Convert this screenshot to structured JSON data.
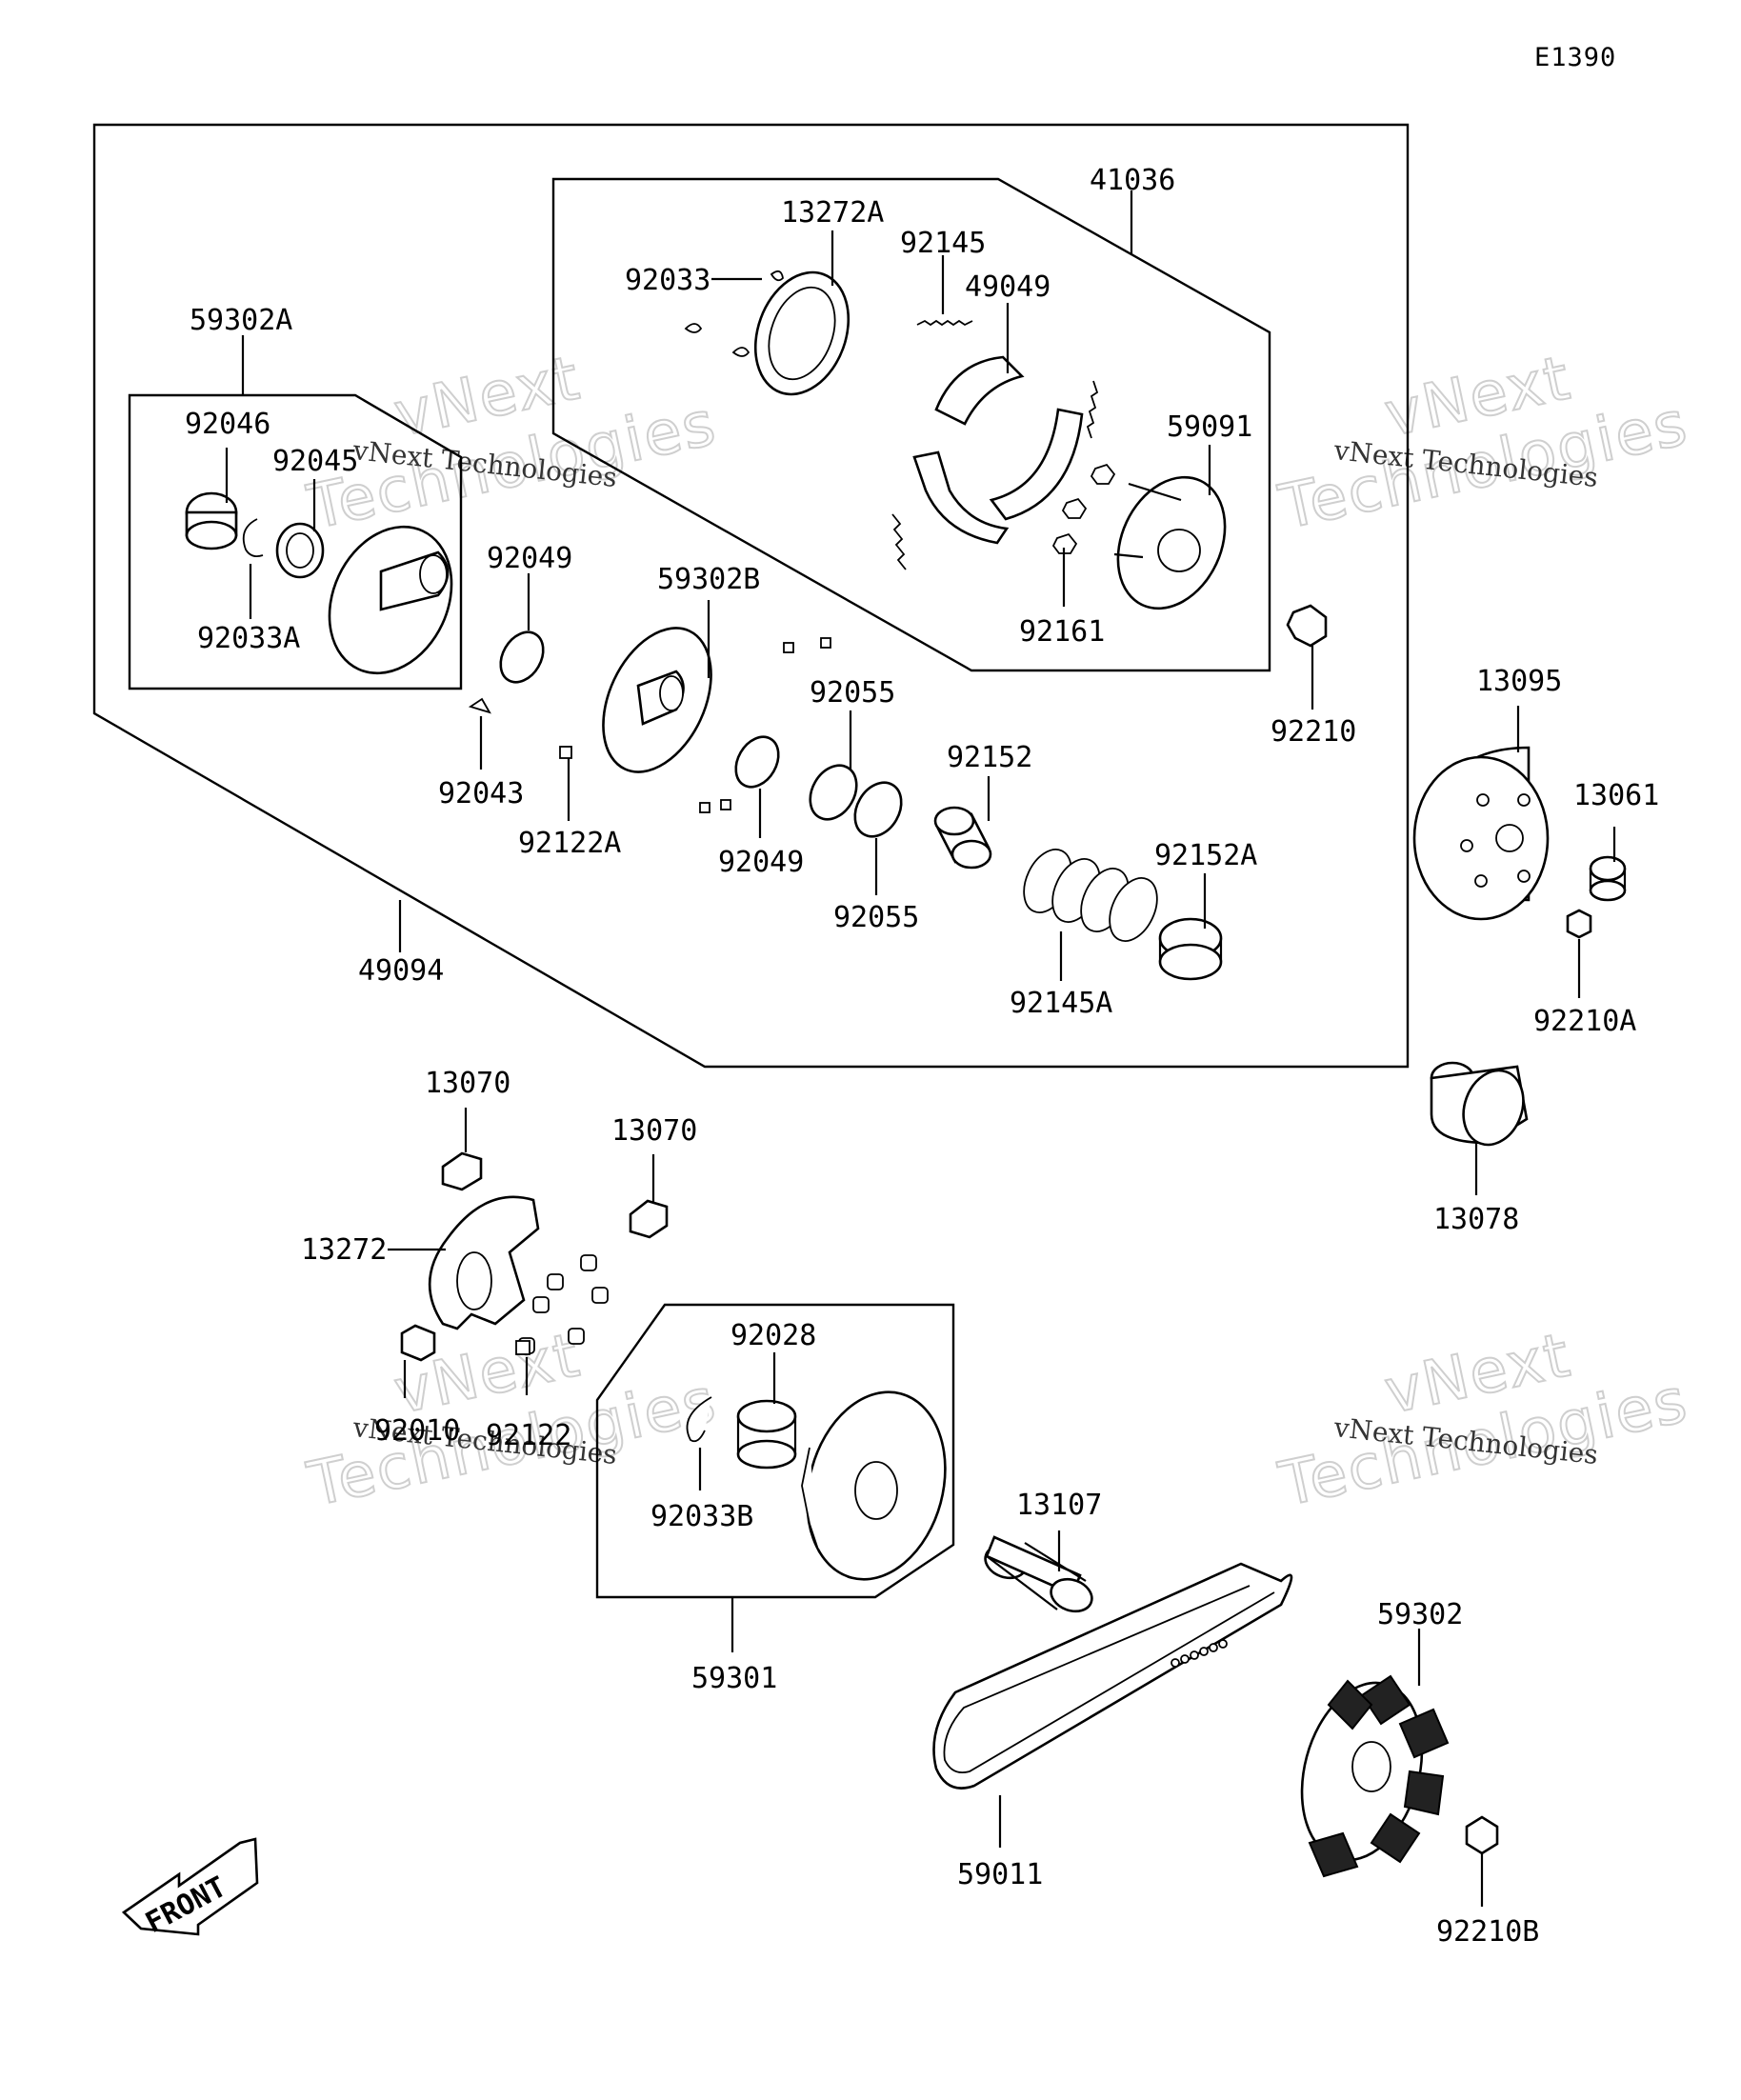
{
  "diagram_code": "E1390",
  "watermark": {
    "line1": "vNext",
    "line2": "Technologies",
    "small": "vNext Technologies"
  },
  "front_label": "FRONT",
  "part_numbers": {
    "p41036": "41036",
    "p13272A": "13272A",
    "p92145": "92145",
    "p92033": "92033",
    "p49049": "49049",
    "p59091": "59091",
    "p92161": "92161",
    "p59302A": "59302A",
    "p92046": "92046",
    "p92045": "92045",
    "p92033A": "92033A",
    "p92049a": "92049",
    "p92043": "92043",
    "p92122A": "92122A",
    "p59302B": "59302B",
    "p92055a": "92055",
    "p92049b": "92049",
    "p92055b": "92055",
    "p92152": "92152",
    "p92152A": "92152A",
    "p92145A": "92145A",
    "p92210": "92210",
    "p49094": "49094",
    "p13095": "13095",
    "p13061": "13061",
    "p92210A": "92210A",
    "p13078": "13078",
    "p13070a": "13070",
    "p13070b": "13070",
    "p13272": "13272",
    "p92010": "92010",
    "p92122": "92122",
    "p92028": "92028",
    "p92033B": "92033B",
    "p59301": "59301",
    "p13107": "13107",
    "p59011": "59011",
    "p59302": "59302",
    "p92210B": "92210B"
  }
}
